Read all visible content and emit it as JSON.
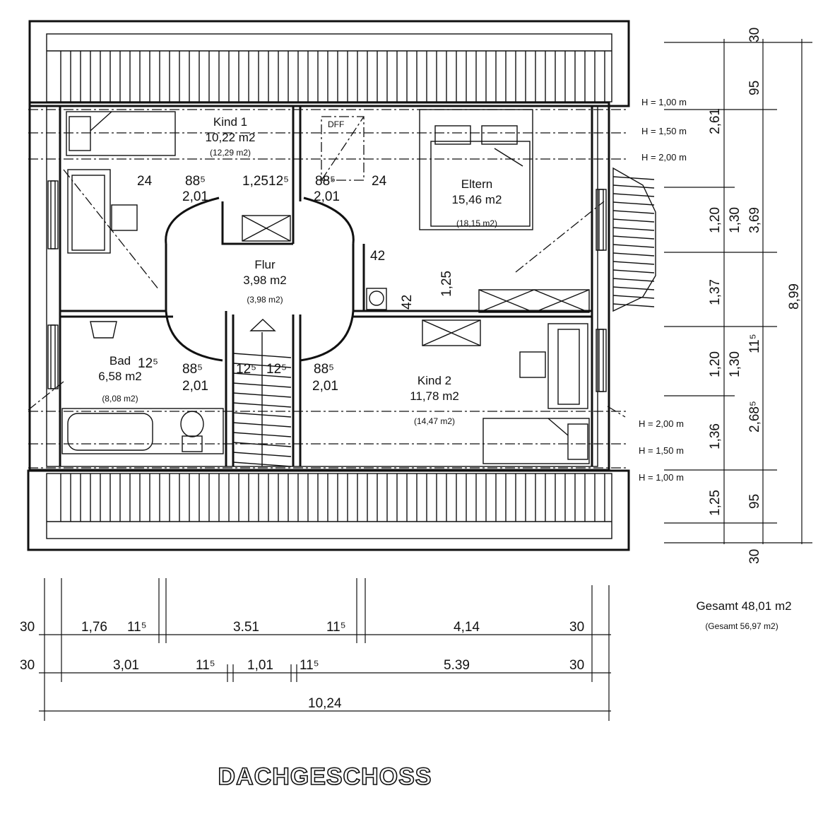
{
  "title": "DACHGESCHOSS",
  "rooms": {
    "kind1": {
      "name": "Kind 1",
      "area": "10,22 m2",
      "gross": "(12,29 m2)"
    },
    "eltern": {
      "name": "Eltern",
      "area": "15,46 m2",
      "gross": "(18,15 m2)"
    },
    "flur": {
      "name": "Flur",
      "area": "3,98 m2",
      "gross": "(3,98 m2)"
    },
    "bad": {
      "name": "Bad",
      "area": "6,58 m2",
      "gross": "(8,08 m2)"
    },
    "kind2": {
      "name": "Kind 2",
      "area": "11,78 m2",
      "gross": "(14,47 m2)"
    }
  },
  "totals": {
    "net": "Gesamt 48,01 m2",
    "gross": "(Gesamt 56,97 m2)"
  },
  "height_lines": [
    "H = 1,00 m",
    "H = 1,50 m",
    "H = 2,00 m",
    "H = 2,00 m",
    "H = 1,50 m",
    "H = 1,00 m"
  ],
  "door_labels": {
    "d24a": "24",
    "d885a": "88⁵",
    "d201a": "2,01",
    "d125": "1,25",
    "d125s": "12⁵",
    "d885b": "88⁵",
    "d201b": "2,01",
    "d24b": "24",
    "d42a": "42",
    "d42b": "42",
    "d125v": "1,25",
    "d125bad": "12⁵",
    "d885c": "88⁵",
    "d201c": "2,01",
    "d125c": "12⁵",
    "d125d": "12⁵",
    "d885d": "88⁵",
    "d201d": "2,01",
    "dff": "DFF"
  },
  "right_dims": {
    "col1": [
      "2,61",
      "1,20",
      "1,37",
      "1,20",
      "1,36",
      "1,25"
    ],
    "col2": [
      "30",
      "95",
      "1,30",
      "1,30",
      "2,68⁵",
      "95",
      "30"
    ],
    "col2b": [
      "3,69",
      "11⁵"
    ],
    "col3": [
      "8,99"
    ]
  },
  "bottom_dims": {
    "row1": [
      "30",
      "1,76",
      "11⁵",
      "3.51",
      "11⁵",
      "4,14",
      "30"
    ],
    "row2": [
      "30",
      "3,01",
      "11⁵",
      "1,01",
      "11⁵",
      "5.39",
      "30"
    ],
    "row3": [
      "10,24"
    ]
  }
}
